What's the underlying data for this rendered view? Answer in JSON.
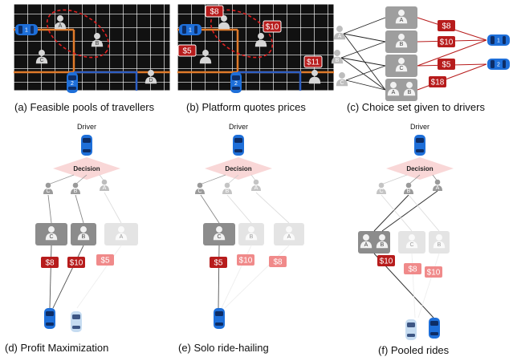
{
  "captions": {
    "a": "(a) Feasible pools of travellers",
    "b": "(b) Platform quotes prices",
    "c": "(c) Choice set given to drivers",
    "d": "(d) Profit Maximization",
    "e": "(e) Solo ride-hailing",
    "f": "(f) Pooled rides"
  },
  "driver_label": "Driver",
  "decision_label": "Decision",
  "travellers": [
    "A",
    "B",
    "C",
    "D"
  ],
  "vehicles": [
    "1",
    "2"
  ],
  "prices": {
    "b": [
      "$8",
      "$10",
      "$5",
      "$11"
    ],
    "c": [
      "$8",
      "$10",
      "$5",
      "$18"
    ],
    "d": [
      "$8",
      "$10",
      "$5"
    ],
    "e": [
      "$5",
      "$10",
      "$8"
    ],
    "f": [
      "$10",
      "$8",
      "$10"
    ]
  },
  "colors": {
    "price_dark": "#b71c1c",
    "price_light": "#f08a8a",
    "car": "#1e6fd9",
    "decision": "#f9d7d7",
    "grid_bg": "#111111",
    "route_orange": "#e07b2a",
    "route_blue": "#2d5fc4"
  }
}
